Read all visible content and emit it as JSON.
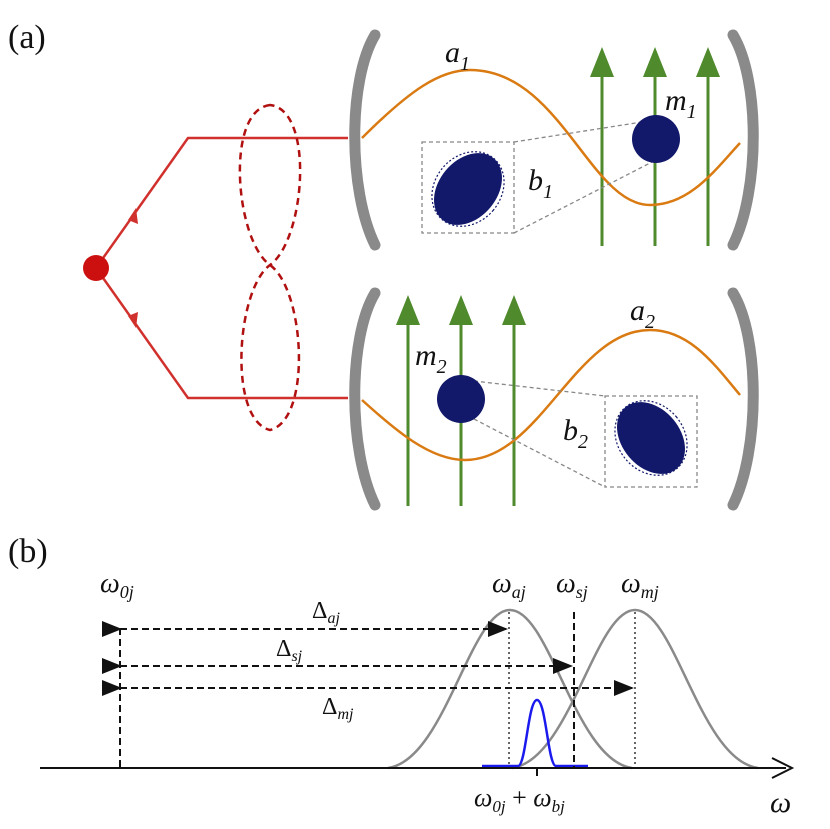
{
  "panel_a": {
    "label": "(a)",
    "cavity1": {
      "mode_label": "a",
      "mode_sub": "1",
      "magnon_label": "m",
      "magnon_sub": "1",
      "phonon_label": "b",
      "phonon_sub": "1"
    },
    "cavity2": {
      "mode_label": "a",
      "mode_sub": "2",
      "magnon_label": "m",
      "magnon_sub": "2",
      "phonon_label": "b",
      "phonon_sub": "2"
    }
  },
  "panel_b": {
    "label": "(b)",
    "freq_w0": {
      "sym": "ω",
      "sub": "0j"
    },
    "freq_wa": {
      "sym": "ω",
      "sub": "aj"
    },
    "freq_ws": {
      "sym": "ω",
      "sub": "sj"
    },
    "freq_wm": {
      "sym": "ω",
      "sub": "mj"
    },
    "delta_a": {
      "sym": "Δ",
      "sub": "aj"
    },
    "delta_s": {
      "sym": "Δ",
      "sub": "sj"
    },
    "delta_m": {
      "sym": "Δ",
      "sub": "mj"
    },
    "sum_label": {
      "sym1": "ω",
      "sub1": "0j",
      "plus": " + ",
      "sym2": "ω",
      "sub2": "bj"
    },
    "axis_label": "ω"
  },
  "colors": {
    "pump": "#d0312d",
    "entangle": "#b01010",
    "mode": "#d97a12",
    "field": "#4f8a2c",
    "sphere": "#12186a",
    "mirror": "#8a8a8a",
    "gaussian": "#8a8a8a",
    "phonon_peak": "#1a1aee"
  }
}
